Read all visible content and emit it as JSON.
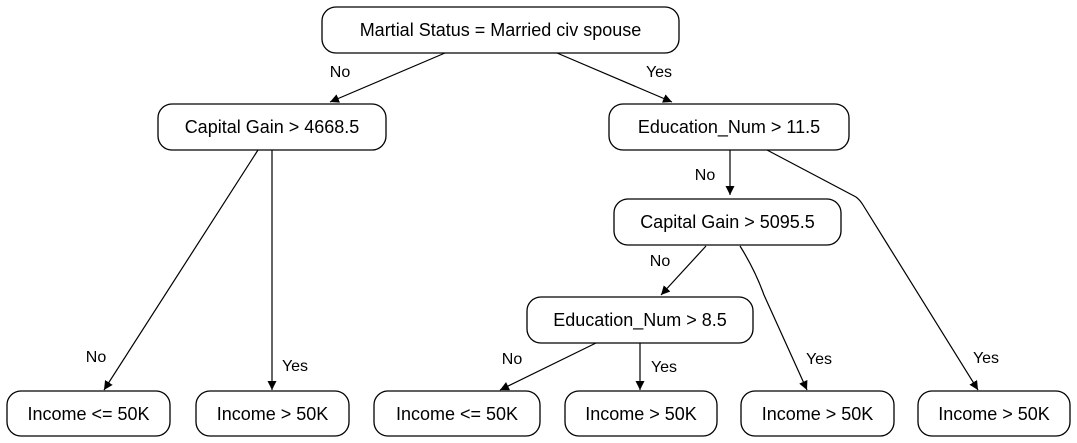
{
  "diagram": {
    "nodes": {
      "root": "Martial Status = Married civ spouse",
      "cap_gain_1": "Capital Gain > 4668.5",
      "edu_num_1": "Education_Num > 11.5",
      "cap_gain_2": "Capital Gain > 5095.5",
      "edu_num_2": "Education_Num > 8.5",
      "leaf_1": "Income <= 50K",
      "leaf_2": "Income > 50K",
      "leaf_3": "Income <= 50K",
      "leaf_4": "Income > 50K",
      "leaf_5": "Income > 50K",
      "leaf_6": "Income > 50K"
    },
    "edges": {
      "root_no": "No",
      "root_yes": "Yes",
      "cg1_no": "No",
      "cg1_yes": "Yes",
      "en1_no": "No",
      "en1_yes": "Yes",
      "cg2_no": "No",
      "cg2_yes": "Yes",
      "en2_no": "No",
      "en2_yes": "Yes"
    }
  }
}
